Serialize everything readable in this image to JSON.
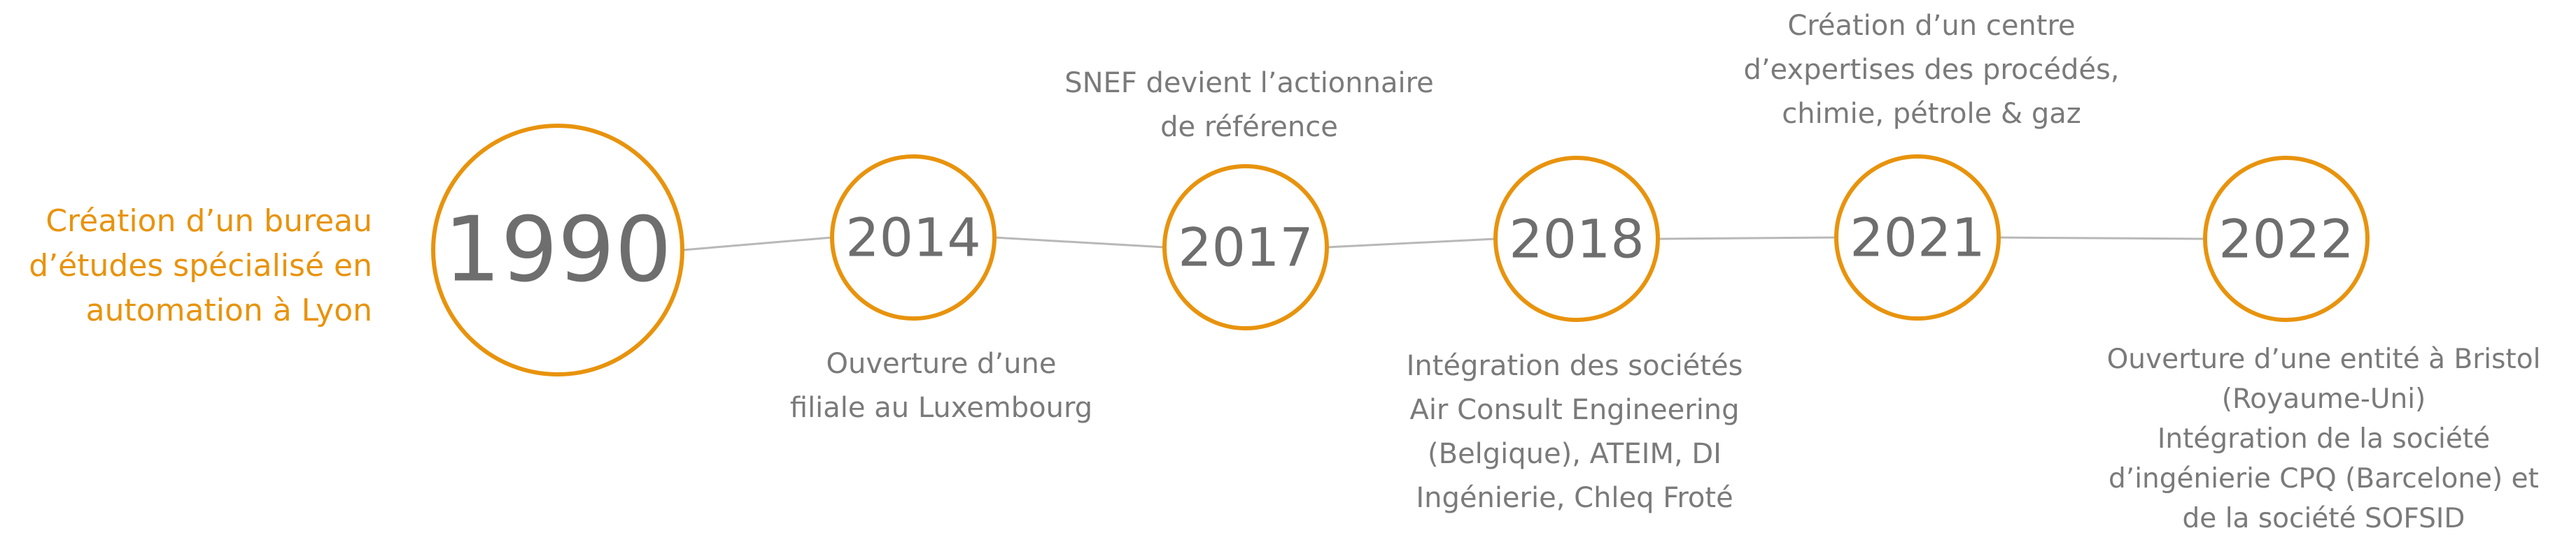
{
  "colors": {
    "accent": "#e8930d",
    "text": "#7a7a7a",
    "line": "#b8b8b8",
    "year": "#6e6e6e"
  },
  "intro": {
    "lines": [
      "Création d’un bureau",
      "d’études spécialisé en",
      "automation à Lyon"
    ]
  },
  "milestones": [
    {
      "year": "1990",
      "caption": []
    },
    {
      "year": "2014",
      "caption": [
        "Ouverture d’une",
        "filiale au Luxembourg"
      ]
    },
    {
      "year": "2017",
      "caption": [
        "SNEF devient l’actionnaire",
        "de référence"
      ]
    },
    {
      "year": "2018",
      "caption": [
        "Intégration des sociétés",
        "Air Consult Engineering",
        "(Belgique), ATEIM, DI",
        "Ingénierie, Chleq Froté"
      ]
    },
    {
      "year": "2021",
      "caption": [
        "Création d’un centre",
        "d’expertises des procédés,",
        "chimie, pétrole & gaz"
      ]
    },
    {
      "year": "2022",
      "caption": [
        "Ouverture d’une entité à Bristol",
        "(Royaume-Uni)",
        "Intégration de la société",
        "d’ingénierie CPQ (Barcelone) et",
        "de la société SOFSID"
      ]
    }
  ]
}
